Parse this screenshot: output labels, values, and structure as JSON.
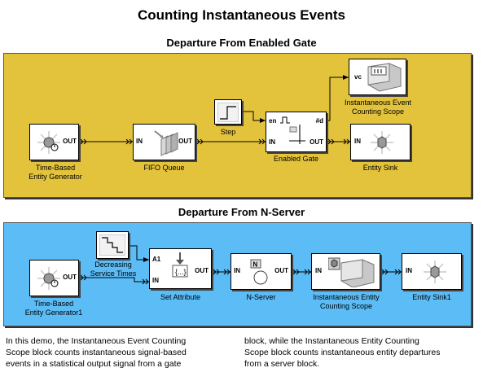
{
  "title": "Counting Instantaneous Events",
  "section1": {
    "title": "Departure From Enabled Gate",
    "panel_color": "#e3c33c",
    "blocks": {
      "generator": {
        "label_line1": "Time-Based",
        "label_line2": "Entity Generator",
        "out": "OUT"
      },
      "fifo": {
        "label": "FIFO Queue",
        "in": "IN",
        "out": "OUT"
      },
      "step": {
        "label": "Step"
      },
      "gate": {
        "label": "Enabled Gate",
        "en": "en",
        "in": "IN",
        "out": "OUT",
        "d": "#d"
      },
      "scope": {
        "label_line1": "Instantaneous Event",
        "label_line2": "Counting Scope",
        "vc": "vc"
      },
      "sink": {
        "label": "Entity Sink",
        "in": "IN"
      }
    }
  },
  "section2": {
    "title": "Departure From N-Server",
    "panel_color": "#5bbcf6",
    "blocks": {
      "generator": {
        "label_line1": "Time-Based",
        "label_line2": "Entity Generator1",
        "out": "OUT"
      },
      "service": {
        "label_line1": "Decreasing",
        "label_line2": "Service Times"
      },
      "attr": {
        "label": "Set Attribute",
        "a1": "A1",
        "in": "IN",
        "out": "OUT"
      },
      "nserver": {
        "label": "N-Server",
        "in": "IN",
        "out": "OUT",
        "n": "N"
      },
      "scope": {
        "label_line1": "Instantaneous Entity",
        "label_line2": "Counting Scope",
        "in": "IN"
      },
      "sink": {
        "label": "Entity Sink1",
        "in": "IN"
      }
    }
  },
  "description": {
    "left": [
      "In this demo, the Instantaneous Event Counting",
      "Scope block counts instantaneous signal-based",
      "events in a statistical output signal from a gate"
    ],
    "right": [
      "block, while the Instantaneous Entity Counting",
      "Scope block counts instantaneous entity departures",
      "from a server block."
    ]
  }
}
